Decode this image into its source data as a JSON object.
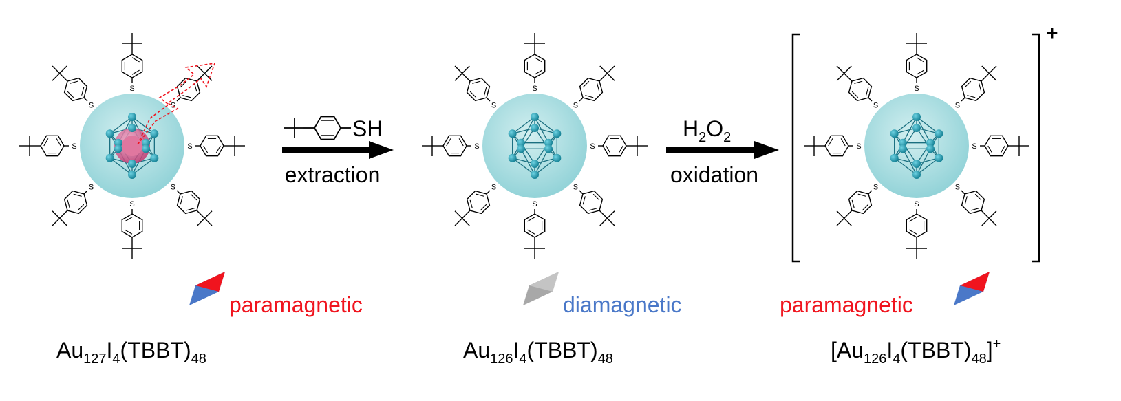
{
  "reagents": {
    "step1": {
      "top": "SH",
      "bottom": "extraction"
    },
    "step2": {
      "top_main": "H",
      "top_sub1": "2",
      "top_mid": "O",
      "top_sub2": "2",
      "bottom": "oxidation"
    }
  },
  "bracket_charge": "+",
  "states": [
    {
      "label": "paramagnetic",
      "color": "#f0141e"
    },
    {
      "label": "diamagnetic",
      "color": "#4a78c8"
    },
    {
      "label": "paramagnetic",
      "color": "#f0141e"
    }
  ],
  "formulas": {
    "f1": {
      "a": "Au",
      "a_sub": "127",
      "b": "I",
      "b_sub": "4",
      "c": "(TBBT)",
      "c_sub": "48",
      "sup": ""
    },
    "f2": {
      "a": "Au",
      "a_sub": "126",
      "b": "I",
      "b_sub": "4",
      "c": "(TBBT)",
      "c_sub": "48",
      "sup": ""
    },
    "f3": {
      "pre": "[",
      "a": "Au",
      "a_sub": "126",
      "b": "I",
      "b_sub": "4",
      "c": "(TBBT)",
      "c_sub": "48",
      "post": "]",
      "sup": "+"
    }
  },
  "colors": {
    "shell": "#a9dfe2",
    "atom": "#1f9bb0",
    "bond": "#1a6f80",
    "core": "#d2407a",
    "arrow": "#000000",
    "emission": "#f0141e",
    "spin_red": "#f0141e",
    "spin_blue": "#4a78c8",
    "spin_gray": "#b0b0b0"
  }
}
